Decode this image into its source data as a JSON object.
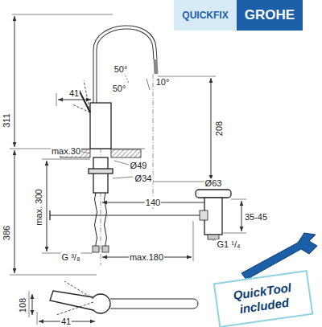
{
  "diagram": {
    "nodes": [
      {
        "text": [
          "QUICKFIX"
        ]
      },
      {
        "text": [
          "GROHE"
        ]
      },
      {
        "text": [
          "QuickTool included"
        ]
      }
    ],
    "labels": [
      "311",
      "41",
      "50°",
      "50°",
      "10°",
      "208",
      "max.30",
      "Ø49",
      "Ø34",
      "386",
      "max. 300",
      "140",
      "Ø63",
      "35-45",
      "G1 ¹/₄",
      "G ³/₈",
      "max.180",
      "108",
      "41"
    ]
  }
}
